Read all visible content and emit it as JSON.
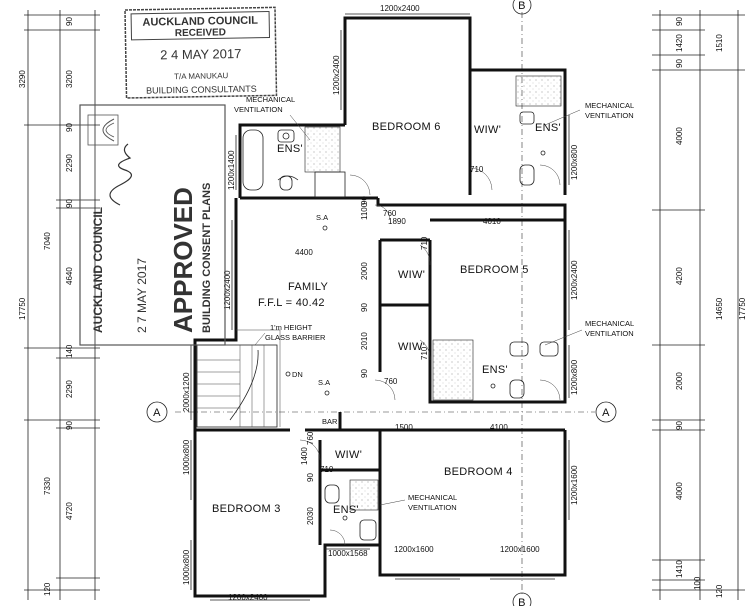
{
  "stamp_received": {
    "council": "AUCKLAND COUNCIL",
    "status": "RECEIVED",
    "date": "2 4 MAY 2017",
    "office": "T/A MANUKAU",
    "dept": "BUILDING CONSULTANTS"
  },
  "stamp_approved": {
    "council": "AUCKLAND COUNCIL",
    "date": "2 7 MAY 2017",
    "status": "APPROVED",
    "sub": "BUILDING CONSENT PLANS"
  },
  "rooms": {
    "bedroom6": "BEDROOM 6",
    "bedroom5": "BEDROOM 5",
    "bedroom4": "BEDROOM 4",
    "bedroom3": "BEDROOM 3",
    "family": "FAMILY",
    "ffl": "F.F.L = 40.42",
    "wiw1": "WIW'",
    "wiw2": "WIW'",
    "wiw3": "WIW'",
    "wiw4": "WIW'",
    "ens1": "ENS'",
    "ens2": "ENS'",
    "ens3": "ENS'",
    "ens4": "ENS'",
    "bar": "BAR",
    "dn": "DN",
    "sa1": "S.A",
    "sa2": "S.A"
  },
  "notes": {
    "mech1a": "MECHANICAL",
    "mech1b": "VENTILATION",
    "mech2a": "MECHANICAL",
    "mech2b": "VENTILATION",
    "mech3a": "MECHANICAL",
    "mech3b": "VENTILATION",
    "mech4a": "MECHANICAL",
    "mech4b": "VENTILATION",
    "glass1": "1'm HEIGHT",
    "glass2": "GLASS BARRIER"
  },
  "grid": {
    "a_left": "A",
    "a_right": "A",
    "b_top": "B",
    "b_bottom": "B"
  },
  "dims": {
    "top_window": "1200x2400",
    "bed6_left_window": "1200x2400",
    "ens6_window": "1200x1400",
    "bed6_ens_window": "1200x800",
    "family_window": "1200x2400",
    "stair_window": "2000x1200",
    "stair_window2": "1000x800",
    "bed3_window_l": "1000x800",
    "bed3_window_b": "1200x2400",
    "bed3_ens_window": "1000x1568",
    "bed4_window_b1": "1200x1600",
    "bed4_window_b2": "1200x1600",
    "bed4_window_r": "1200x1600",
    "bed5_window_r": "1200x2400",
    "ens5_window": "1200x800",
    "d4400": "4400",
    "d4010": "4010",
    "d1890": "1890",
    "d1500": "1500",
    "d4100": "4100",
    "d760a": "760",
    "d760b": "760",
    "d760c": "760",
    "d710a": "710",
    "d710b": "710",
    "d710c": "710",
    "d710d": "710",
    "d1100": "1100",
    "d2000": "2000",
    "d2010": "2010",
    "d1400": "1400",
    "d2030": "2030",
    "d90a": "90",
    "d90b": "90",
    "d90c": "90",
    "d90d": "90",
    "left_3290": "3290",
    "left_3200": "3200",
    "left_2290": "2290",
    "left_4640": "4640",
    "left_140": "140",
    "left_7040": "7040",
    "left_17750": "17750",
    "left_7330": "7330",
    "left_4720": "4720",
    "left_2290b": "2290",
    "left_120": "120",
    "left_90a": "90",
    "left_90b": "90",
    "left_90c": "90",
    "left_90d": "90",
    "right_1420": "1420",
    "right_1510": "1510",
    "right_4000a": "4000",
    "right_4200": "4200",
    "right_2000": "2000",
    "right_4000b": "4000",
    "right_1410": "1410",
    "right_100": "100",
    "right_14650": "14650",
    "right_17750": "17750",
    "right_90a": "90",
    "right_90b": "90",
    "right_90c": "90",
    "right_120": "120"
  }
}
